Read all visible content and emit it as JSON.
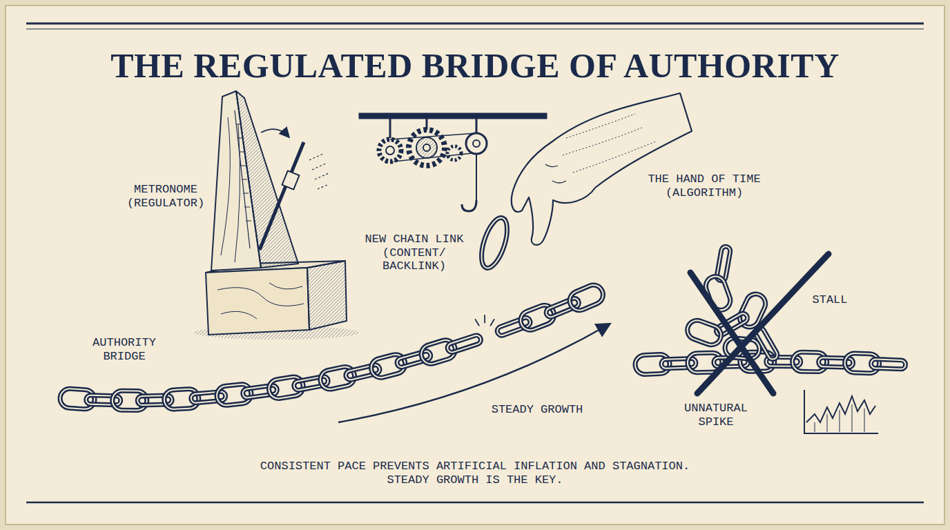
{
  "diagram": {
    "title": "THE REGULATED BRIDGE OF AUTHORITY",
    "caption": "CONSISTENT PACE PREVENTS ARTIFICIAL INFLATION AND STAGNATION. STEADY GROWTH IS THE KEY.",
    "labels": [
      "METRONOME (REGULATOR)",
      "THE HAND OF TIME (ALGORITHM)",
      "NEW CHAIN LINK (CONTENT/ BACKLINK)",
      "AUTHORITY BRIDGE",
      "STEADY GROWTH",
      "STALL",
      "UNNATURAL SPIKE"
    ]
  }
}
